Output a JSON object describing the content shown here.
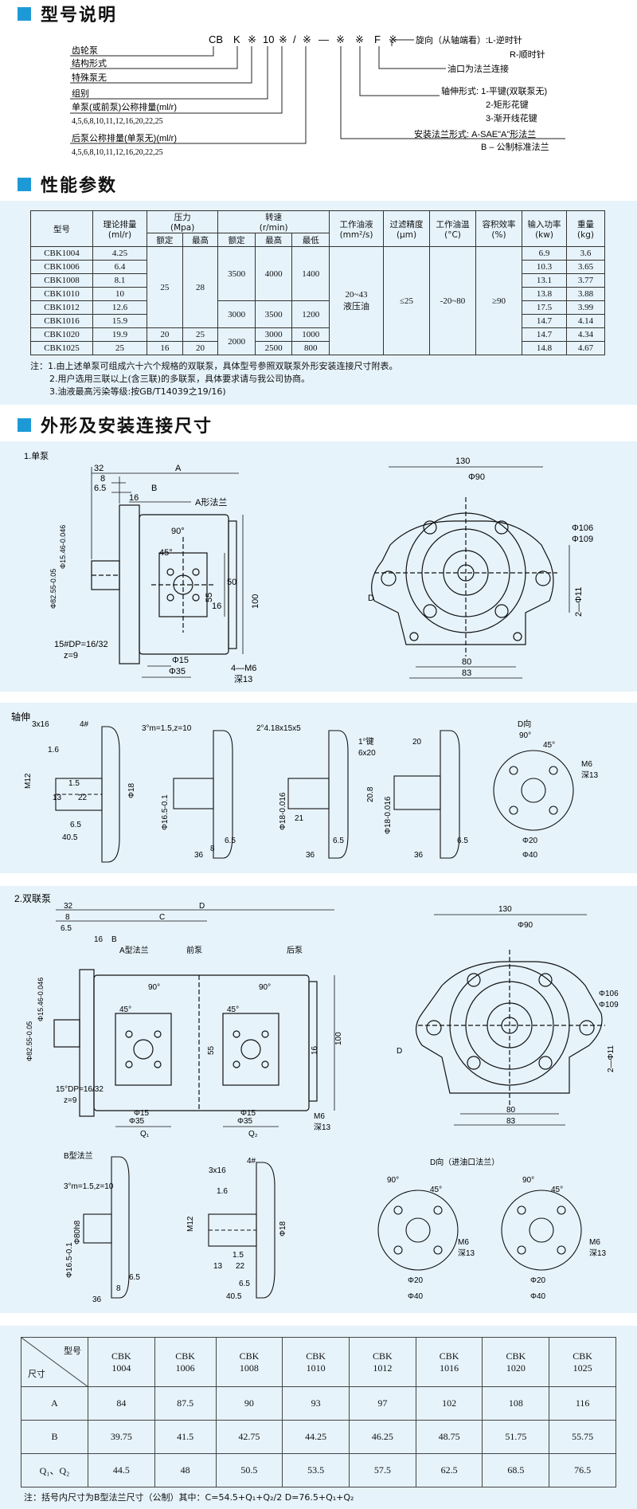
{
  "sections": {
    "model": "型号说明",
    "performance": "性能参数",
    "dimensions": "外形及安装连接尺寸"
  },
  "model_code": {
    "parts": [
      "CB",
      "K",
      "※",
      "10",
      "※",
      "/",
      "※",
      "—",
      "※",
      "※",
      "F",
      "※"
    ],
    "left_labels": [
      "齿轮泵",
      "结构形式",
      "特殊泵无",
      "组别",
      "单泵(或前泵)公称排量(ml/r)",
      "4,5,6,8,10,11,12,16,20,22,25",
      "后泵公称排量(单泵无)(ml/r)",
      "4,5,6,8,10,11,12,16,20,22,25"
    ],
    "right_labels": [
      "旋向（从轴端看）:L-逆时针",
      "R-顺时针",
      "油口为法兰连接",
      "轴伸形式: 1-平键(双联泵无)",
      "2-矩形花键",
      "3-渐开线花键",
      "安装法兰形式: A-SAE\"A\"形法兰",
      "B – 公制标准法兰"
    ]
  },
  "perf_table": {
    "headers": {
      "model": "型号",
      "disp": "理论排量",
      "disp_unit": "(ml/r)",
      "pressure": "压力",
      "pressure_unit": "(Mpa)",
      "speed": "转速",
      "speed_unit": "(r/min)",
      "rated": "额定",
      "max": "最高",
      "min": "最低",
      "viscosity": "工作油液",
      "viscosity_unit": "(mm²/s)",
      "filter": "过滤精度",
      "filter_unit": "(μm)",
      "temp": "工作油温",
      "temp_unit": "(°C)",
      "eff": "容积效率",
      "eff_unit": "(%)",
      "power": "输入功率",
      "power_unit": "(kw)",
      "weight": "重量",
      "weight_unit": "(kg)"
    },
    "models": [
      "CBK1004",
      "CBK1006",
      "CBK1008",
      "CBK1010",
      "CBK1012",
      "CBK1016",
      "CBK1020",
      "CBK1025"
    ],
    "displacement": [
      "4.25",
      "6.4",
      "8.1",
      "10",
      "12.6",
      "15.9",
      "19.9",
      "25"
    ],
    "power": [
      "6.9",
      "10.3",
      "13.1",
      "13.8",
      "17.5",
      "14.7",
      "14.7",
      "14.8"
    ],
    "weight": [
      "3.6",
      "3.65",
      "3.77",
      "3.88",
      "3.99",
      "4.14",
      "4.34",
      "4.67"
    ],
    "pressure_group": {
      "rated": "25",
      "max": "28"
    },
    "p_1020": {
      "rated": "20",
      "max": "25"
    },
    "p_1025": {
      "rated": "16",
      "max": "20"
    },
    "speed_a": {
      "rated": "3500",
      "max": "4000",
      "min": "1400"
    },
    "speed_b": {
      "rated": "3000",
      "max": "3500",
      "min": "1200"
    },
    "speed_c": {
      "rated": "2000",
      "max1": "3000",
      "min1": "1000",
      "max2": "2500",
      "min2": "800"
    },
    "viscosity": "20~43",
    "viscosity2": "液压油",
    "filter": "≤25",
    "temp": "-20~80",
    "eff": "≥90"
  },
  "perf_notes": [
    "注：1.由上述单泵可组成六十六个规格的双联泵，具体型号参照双联泵外形安装连接尺寸附表。",
    "2.用户选用三联以上(含三联)的多联泵，具体要求请与我公司协商。",
    "3.油液最高污染等级:按GB/T14039之19/16)"
  ],
  "drawing": {
    "single_title": "1.单泵",
    "shaft_title": "轴伸",
    "double_title": "2.双联泵",
    "labels": {
      "A": "A",
      "B": "B",
      "C": "C",
      "D": "D",
      "d32": "32",
      "d8": "8",
      "d65": "6.5",
      "d16": "16",
      "a_flange": "A形法兰",
      "a_flange2": "A型法兰",
      "front": "前泵",
      "rear": "后泵",
      "deg90": "90°",
      "deg45": "45°",
      "d50": "50",
      "d55": "55",
      "d100": "100",
      "phi15": "Φ15",
      "phi35": "Φ35",
      "m6": "4—M6",
      "deep13": "深13",
      "m6s": "M6",
      "spline1": "15#DP=16/32",
      "z9": "z=9",
      "spline2": "15°DP=16/32",
      "d130": "130",
      "phi90": "Φ90",
      "phi106": "Φ106",
      "phi109": "Φ109",
      "d80": "80",
      "d83": "83",
      "holes": "2—Φ11",
      "phi82": "Φ82.55-0.05",
      "phi15_46": "Φ15.46-0.046",
      "k3x16": "3x16",
      "k4": "4#",
      "m12": "M12",
      "k1_6": "1.6",
      "k1_5": "1.5",
      "k13": "13",
      "k22": "22",
      "k40_5": "40.5",
      "phi18": "Φ18",
      "sp2": "3°m=1.5,z=10",
      "sp3": "2°4.18x15x5",
      "sp4": "1°键",
      "k6x20": "6x20",
      "k20": "20",
      "k20_8": "20.8",
      "k36": "36",
      "k21": "21",
      "phi16_5": "Φ16.5-0.1",
      "phi18_b": "Φ18-0.016",
      "dview": "D向",
      "dview2": "D向（进油口法兰）",
      "phi20": "Φ20",
      "phi40": "Φ40",
      "q1": "Q₁",
      "q2": "Q₂",
      "bflange": "B型法兰",
      "phi80": "Φ80h8"
    }
  },
  "dim_table": {
    "corner_top": "型号",
    "corner_bottom": "尺寸",
    "models": [
      "CBK\n1004",
      "CBK\n1006",
      "CBK\n1008",
      "CBK\n1010",
      "CBK\n1012",
      "CBK\n1016",
      "CBK\n1020",
      "CBK\n1025"
    ],
    "rows": [
      {
        "label": "A",
        "values": [
          "84",
          "87.5",
          "90",
          "93",
          "97",
          "102",
          "108",
          "116"
        ]
      },
      {
        "label": "B",
        "values": [
          "39.75",
          "41.5",
          "42.75",
          "44.25",
          "46.25",
          "48.75",
          "51.75",
          "55.75"
        ]
      },
      {
        "label": "Q₁、Q₂",
        "values": [
          "44.5",
          "48",
          "50.5",
          "53.5",
          "57.5",
          "62.5",
          "68.5",
          "76.5"
        ]
      }
    ],
    "note": "注：括号内尺寸为B型法兰尺寸（公制）其中：C=54.5+Q₁+Q₂/2   D=76.5+Q₁+Q₂"
  },
  "colors": {
    "accent": "#1d9ad6",
    "panel": "#e6f3fb"
  }
}
